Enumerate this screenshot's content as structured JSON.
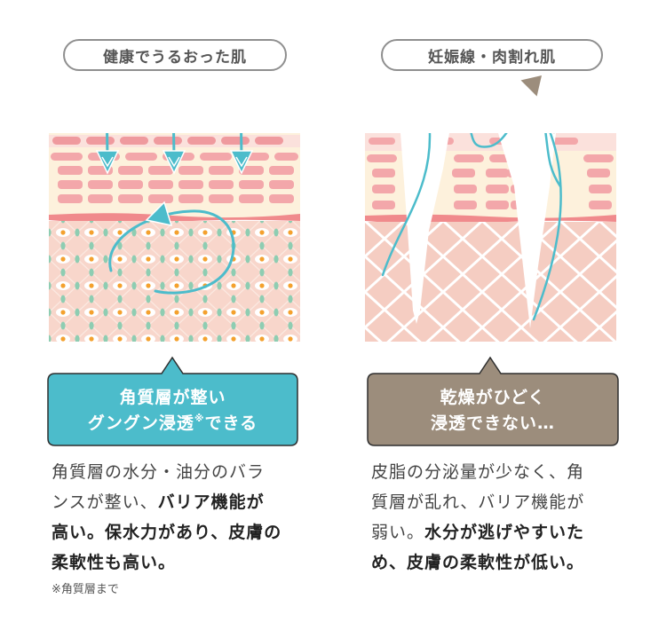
{
  "healthy": {
    "title": "健康でうるおった肌",
    "callout_line1": "角質層が整い",
    "callout_line2_a": "グングン浸透",
    "callout_mark": "※",
    "callout_line2_b": "できる",
    "desc_1": "角質層の水分・油分のバラ",
    "desc_2": "ンスが整い、",
    "desc_2_bold": "バリア機能が",
    "desc_3_bold": "高い。保水力があり、皮膚の",
    "desc_4_bold": "柔軟性も高い。",
    "note": "※角質層まで"
  },
  "damaged": {
    "title": "妊娠線・肉割れ肌",
    "callout_line1": "乾燥がひどく",
    "callout_line2": "浸透できない…",
    "desc_1": "皮脂の分泌量が少なく、角",
    "desc_2": "質層が乱れ、バリア機能が",
    "desc_3": "弱い。",
    "desc_3_bold": "水分が逃げやすいた",
    "desc_4_bold": "め、皮膚の柔軟性が低い。"
  },
  "colors": {
    "teal": "#4cbccb",
    "taupe": "#9c8d7c",
    "skin_pink": "#f6cfc3",
    "layer_cream": "#fdf1dc",
    "cell_pink": "#ef9a9e",
    "dot_green": "#8ecdb2",
    "dot_orange": "#f4a12e"
  },
  "icons": {
    "arrow": "arrow-down-icon",
    "circular_arrow": "circular-arrow-icon",
    "escape_arrow": "escape-arrow-icon"
  }
}
